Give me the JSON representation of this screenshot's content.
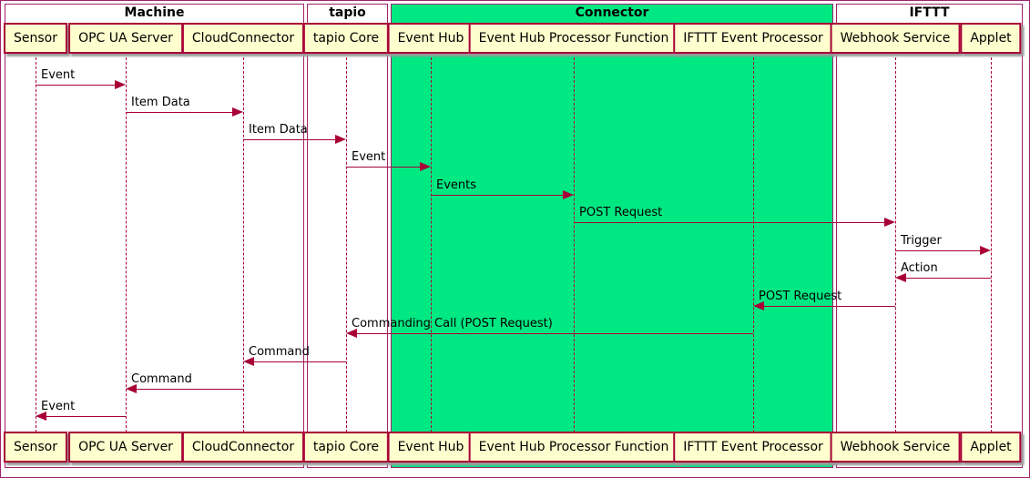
{
  "diagram_type": "sequence-diagram",
  "groups": [
    {
      "id": "machine",
      "label": "Machine",
      "fill": "#ffffff"
    },
    {
      "id": "tapio",
      "label": "tapio",
      "fill": "#ffffff"
    },
    {
      "id": "connector",
      "label": "Connector",
      "fill": "#00e882"
    },
    {
      "id": "ifttt",
      "label": "IFTTT",
      "fill": "#ffffff"
    }
  ],
  "participants": [
    {
      "id": "sensor",
      "label": "Sensor",
      "group": "machine"
    },
    {
      "id": "opc",
      "label": "OPC UA Server",
      "group": "machine"
    },
    {
      "id": "cloud",
      "label": "CloudConnector",
      "group": "machine"
    },
    {
      "id": "tapio_core",
      "label": "tapio Core",
      "group": "tapio"
    },
    {
      "id": "event_hub",
      "label": "Event Hub",
      "group": "connector"
    },
    {
      "id": "ehpf",
      "label": "Event Hub Processor Function",
      "group": "connector"
    },
    {
      "id": "ifttt_ep",
      "label": "IFTTT Event Processor",
      "group": "connector"
    },
    {
      "id": "webhook",
      "label": "Webhook Service",
      "group": "ifttt"
    },
    {
      "id": "applet",
      "label": "Applet",
      "group": "ifttt"
    }
  ],
  "messages": [
    {
      "label": "Event",
      "from": "sensor",
      "to": "opc"
    },
    {
      "label": "Item Data",
      "from": "opc",
      "to": "cloud"
    },
    {
      "label": "Item Data",
      "from": "cloud",
      "to": "tapio_core"
    },
    {
      "label": "Event",
      "from": "tapio_core",
      "to": "event_hub"
    },
    {
      "label": "Events",
      "from": "event_hub",
      "to": "ehpf"
    },
    {
      "label": "POST Request",
      "from": "ehpf",
      "to": "webhook"
    },
    {
      "label": "Trigger",
      "from": "webhook",
      "to": "applet"
    },
    {
      "label": "Action",
      "from": "applet",
      "to": "webhook"
    },
    {
      "label": "POST Request",
      "from": "webhook",
      "to": "ifttt_ep"
    },
    {
      "label": "Commanding Call (POST Request)",
      "from": "ifttt_ep",
      "to": "tapio_core"
    },
    {
      "label": "Command",
      "from": "tapio_core",
      "to": "cloud"
    },
    {
      "label": "Command",
      "from": "cloud",
      "to": "opc"
    },
    {
      "label": "Event",
      "from": "opc",
      "to": "sensor"
    }
  ],
  "colors": {
    "participant_fill": "#fefece",
    "participant_border": "#a80036",
    "arrow_line": "#a80036",
    "lifeline": "#a80036",
    "group_border": "#a0236b",
    "connector_group_fill": "#00e882",
    "text": "#000000"
  }
}
